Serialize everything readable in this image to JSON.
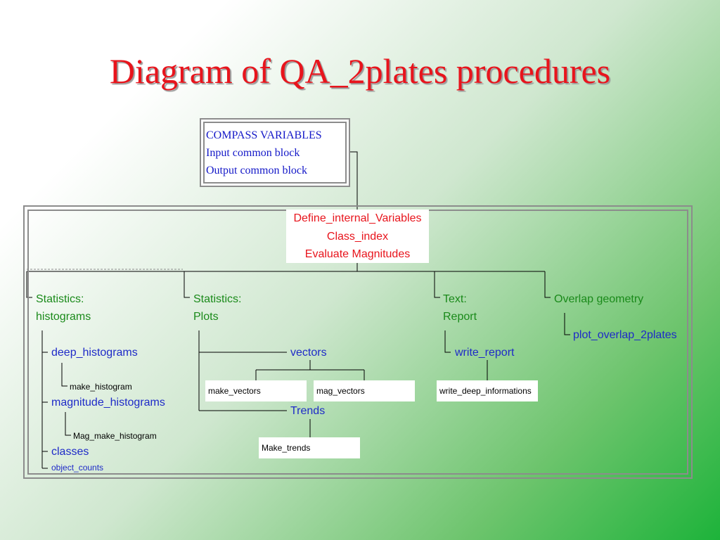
{
  "title": "Diagram of QA_2plates procedures",
  "compass": {
    "line1": "COMPASS VARIABLES",
    "line2": "Input common block",
    "line3": "Output common block"
  },
  "define": {
    "line1": "Define_internal_Variables",
    "line2": "Class_index",
    "line3": "Evaluate Magnitudes"
  },
  "statistics_histograms": {
    "heading1": "Statistics:",
    "heading2": "histograms",
    "deep": "deep_histograms",
    "make_histogram": "make_histogram",
    "magnitude": "magnitude_histograms",
    "mag_make_histogram": "Mag_make_histogram",
    "classes": "classes",
    "object_counts": "object_counts"
  },
  "statistics_plots": {
    "heading1": "Statistics:",
    "heading2": "Plots",
    "vectors": "vectors",
    "make_vectors": "make_vectors",
    "mag_vectors": "mag_vectors",
    "trends": "Trends",
    "make_trends": "Make_trends"
  },
  "text_report": {
    "heading1": "Text:",
    "heading2": "Report",
    "write_report": "write_report",
    "write_deep": "write_deep_informations"
  },
  "overlap": {
    "heading": "Overlap geometry",
    "plot": "plot_overlap_2plates"
  }
}
